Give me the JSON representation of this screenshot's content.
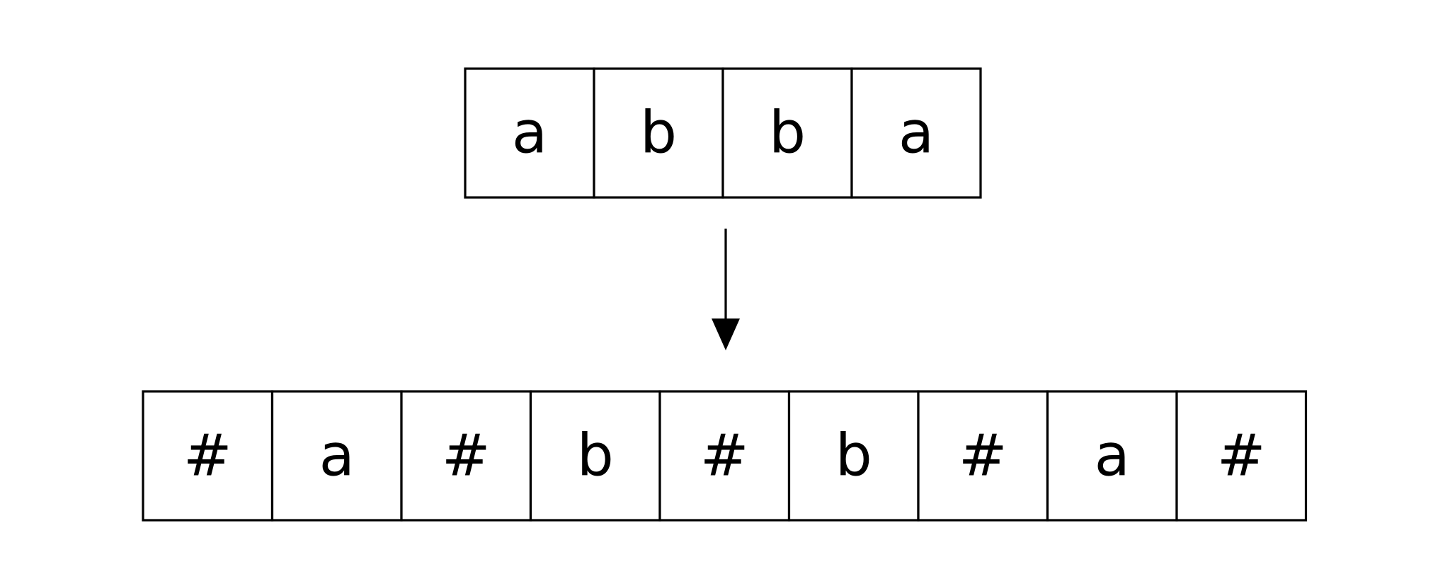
{
  "diagram": {
    "input": {
      "cells": [
        "a",
        "b",
        "b",
        "a"
      ]
    },
    "output": {
      "cells": [
        "#",
        "a",
        "#",
        "b",
        "#",
        "b",
        "#",
        "a",
        "#"
      ]
    },
    "colors": {
      "stroke": "#000000",
      "background": "#ffffff"
    }
  }
}
